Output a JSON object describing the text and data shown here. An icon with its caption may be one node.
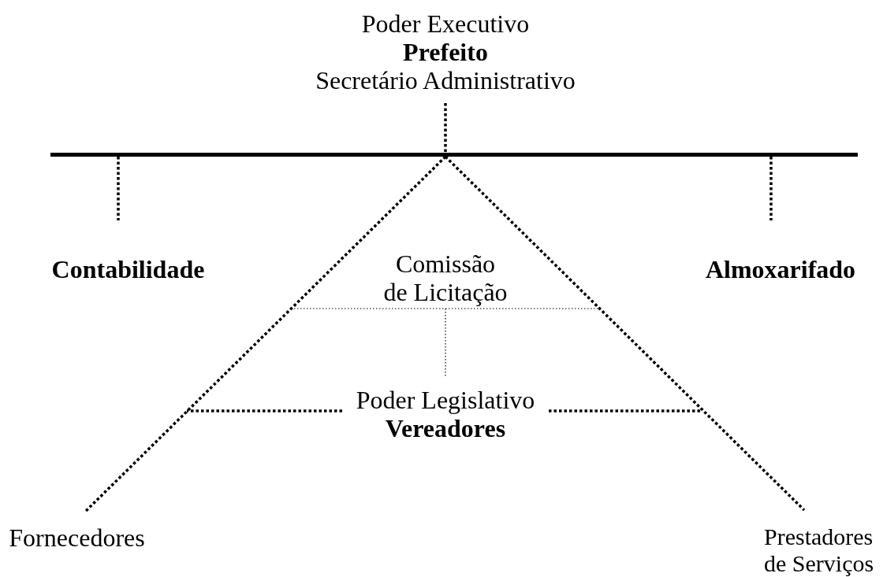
{
  "diagram": {
    "nodes": [
      {
        "text": [
          "Poder Executivo",
          "Prefeito",
          "Secretário Administrativo"
        ]
      },
      {
        "text": [],
        "shape": "bar"
      },
      {
        "text": [
          "Contabilidade"
        ]
      },
      {
        "text": [
          "Almoxarifado"
        ]
      },
      {
        "text": [
          "Comissão de Licitação"
        ]
      },
      {
        "text": [
          "Poder Legislativo",
          "Vereadores"
        ]
      },
      {
        "text": [
          "Fornecedores"
        ]
      },
      {
        "text": [
          "Prestadores de Serviços"
        ]
      }
    ],
    "edges": [
      {
        "from": 0,
        "to": 1,
        "arrow": "none"
      },
      {
        "from": 1,
        "to": 2,
        "arrow": "none"
      },
      {
        "from": 1,
        "to": 3,
        "arrow": "none"
      },
      {
        "from": 1,
        "to": 6,
        "arrow": "none"
      },
      {
        "from": 1,
        "to": 7,
        "arrow": "none"
      },
      {
        "from": 4,
        "to": 5,
        "arrow": "none",
        "style": "dashed"
      },
      {
        "from": 5,
        "to": null,
        "arrow": "none"
      },
      {
        "from": 5,
        "to": null,
        "arrow": "none"
      }
    ]
  }
}
